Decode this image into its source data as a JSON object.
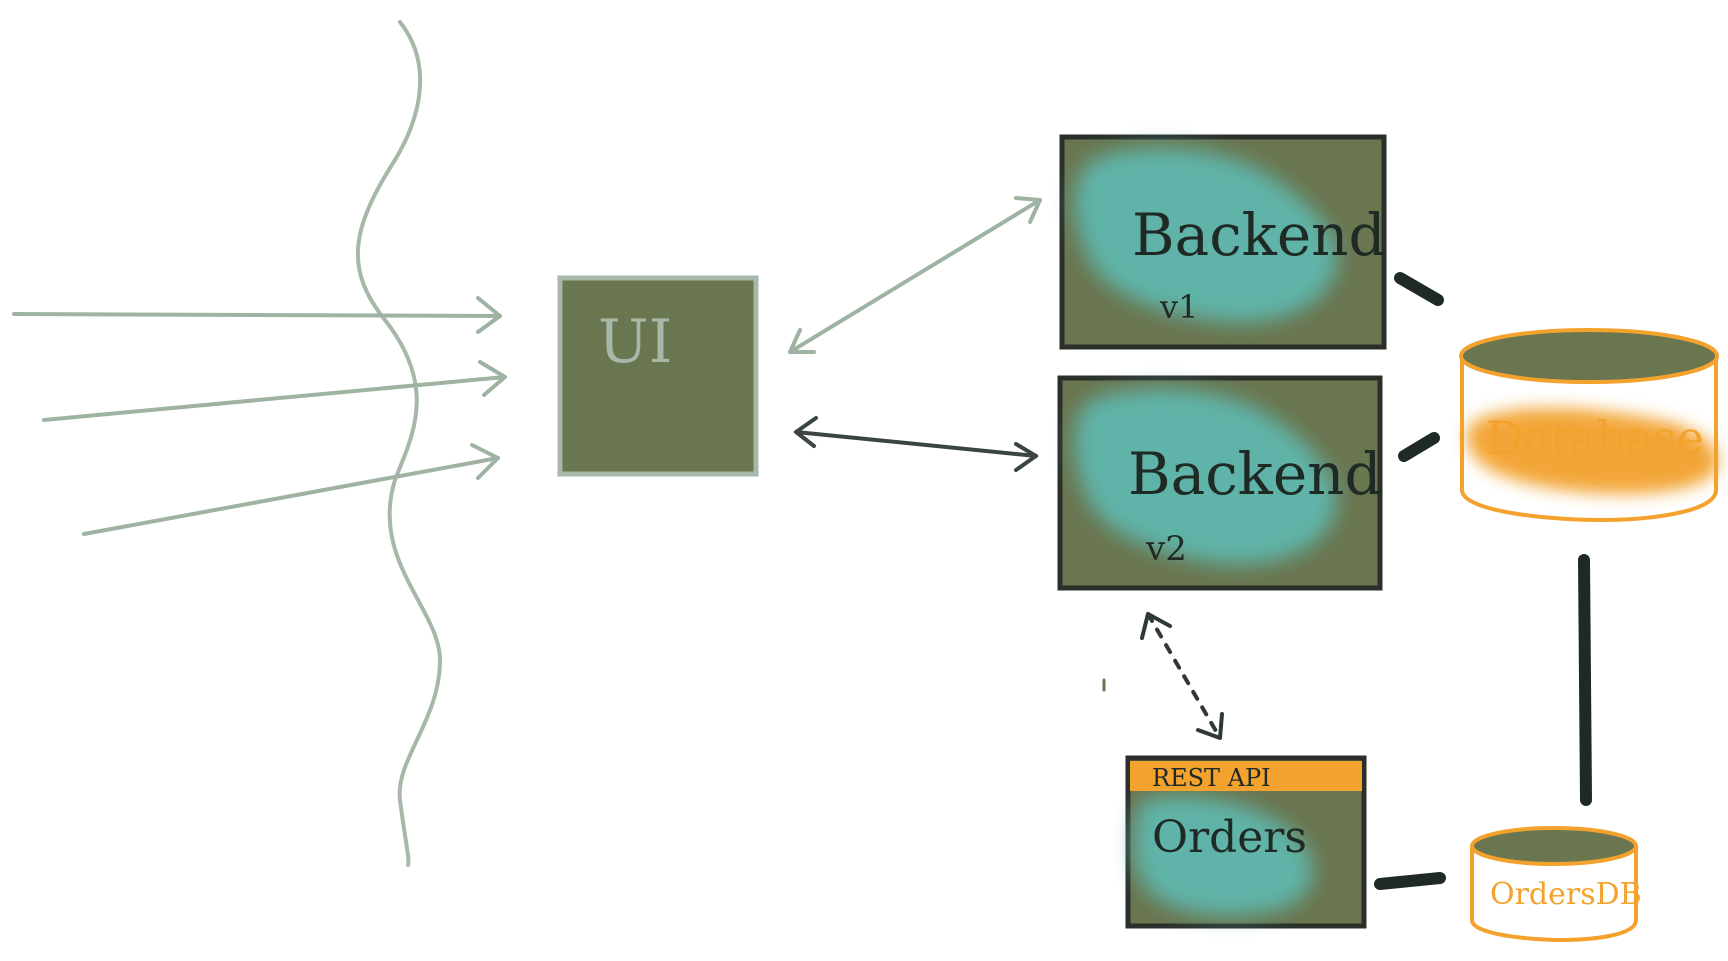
{
  "nodes": {
    "ui": {
      "label": "UI"
    },
    "backend_v1": {
      "label": "Backend",
      "version": "v1"
    },
    "backend_v2": {
      "label": "Backend",
      "version": "v2"
    },
    "orders": {
      "label": "Orders",
      "header": "REST API"
    },
    "database": {
      "label": "Database"
    },
    "orders_db": {
      "label": "OrdersDB"
    }
  },
  "colors": {
    "sage": "#9fb3a2",
    "box_fill": "#6a7650",
    "box_border_dark": "#2b2f2a",
    "teal": "#5fb7ad",
    "orange": "#f2a22d",
    "db_fill": "#6a7650",
    "ink": "#1f2a24"
  },
  "icons": {
    "user_arrows": "arrow-right-icon",
    "bidirectional": "double-arrow-icon",
    "dotted": "dotted-double-arrow-icon",
    "cylinder": "database-cylinder-icon"
  }
}
